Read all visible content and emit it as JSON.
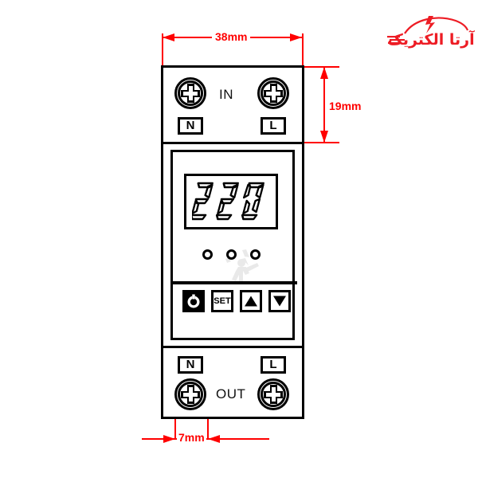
{
  "brand": {
    "name": "آرتا الکتریک",
    "color": "#ed1c24"
  },
  "device": {
    "input_section": {
      "label": "IN",
      "terminals": [
        {
          "label": "N",
          "name": "neutral"
        },
        {
          "label": "L",
          "name": "line"
        }
      ]
    },
    "output_section": {
      "label": "OUT",
      "terminals": [
        {
          "label": "N",
          "name": "neutral"
        },
        {
          "label": "L",
          "name": "line"
        }
      ]
    },
    "display": {
      "value": "220",
      "digits": [
        "2",
        "2",
        "0"
      ]
    },
    "leds": [
      {
        "name": "led-1"
      },
      {
        "name": "led-2"
      },
      {
        "name": "led-3"
      }
    ],
    "buttons": [
      {
        "name": "power",
        "label": "",
        "icon": "power-icon"
      },
      {
        "name": "set",
        "label": "SET",
        "icon": ""
      },
      {
        "name": "up",
        "label": "",
        "icon": "triangle-up-icon"
      },
      {
        "name": "down",
        "label": "",
        "icon": "triangle-down-icon"
      }
    ]
  },
  "dimensions": {
    "width": "38mm",
    "height": "19mm",
    "screw": "7mm",
    "color": "#ff0000"
  }
}
